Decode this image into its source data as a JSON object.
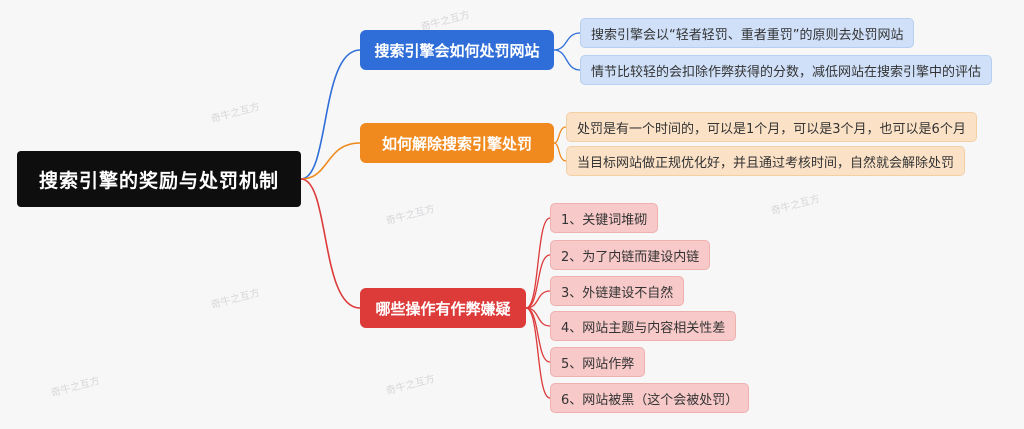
{
  "root": {
    "label": "搜索引擎的奖励与处罚机制"
  },
  "branches": [
    {
      "label": "搜索引擎会如何处罚网站",
      "color": "#2f6ed8",
      "leaves": [
        "搜索引擎会以“轻者轻罚、重者重罚”的原则去处罚网站",
        "情节比较轻的会扣除作弊获得的分数，减低网站在搜索引擎中的评估"
      ]
    },
    {
      "label": "如何解除搜索引擎处罚",
      "color": "#f08a1f",
      "leaves": [
        "处罚是有一个时间的，可以是1个月，可以是3个月，也可以是6个月",
        "当目标网站做正规优化好，并且通过考核时间，自然就会解除处罚"
      ]
    },
    {
      "label": "哪些操作有作弊嫌疑",
      "color": "#dd3a3a",
      "leaves": [
        "1、关键词堆砌",
        "2、为了内链而建设内链",
        "3、外链建设不自然",
        "4、网站主题与内容相关性差",
        "5、网站作弊",
        "6、网站被黑（这个会被处罚）"
      ]
    }
  ],
  "watermark": "奇牛之互方"
}
